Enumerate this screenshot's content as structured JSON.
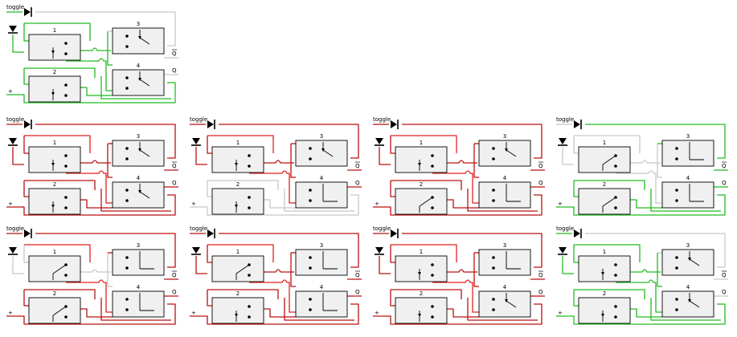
{
  "labels": {
    "toggle": "toggle",
    "plus": "+",
    "q": "Q",
    "q_bar": "Q",
    "relay_1": "1",
    "relay_2": "2",
    "relay_3": "3",
    "relay_4": "4"
  },
  "colors": {
    "off": "#c8c8c8",
    "on_green": "#22bb22",
    "on_red": "#bb1111",
    "bright_red": "#e02020",
    "box_fill": "#f0f0f0",
    "ink": "#000000"
  },
  "panels": [
    {
      "row": 0,
      "col": 0,
      "input": "green",
      "top": "green",
      "bottom": "green",
      "out": "off",
      "k1": "open",
      "k2": "open",
      "k3": "up",
      "k4": "up"
    },
    {
      "row": 1,
      "col": 0,
      "input": "red",
      "top": "red",
      "bottom": "red",
      "out": "red",
      "k1": "open",
      "k2": "open",
      "k3": "up",
      "k4": "up"
    },
    {
      "row": 1,
      "col": 1,
      "input": "red",
      "top": "red",
      "bottom": "off",
      "out": "red",
      "k1": "open",
      "k2": "open",
      "k3": "up",
      "k4": "down"
    },
    {
      "row": 1,
      "col": 2,
      "input": "red",
      "top": "red",
      "bottom": "red",
      "out": "red",
      "k1": "open",
      "k2": "closed",
      "k3": "up",
      "k4": "down"
    },
    {
      "row": 1,
      "col": 3,
      "input": "off",
      "top": "off",
      "bottom": "green",
      "out": "green",
      "k1": "closed",
      "k2": "closed",
      "k3": "down",
      "k4": "down"
    },
    {
      "row": 2,
      "col": 0,
      "input": "red",
      "top": "off",
      "bottom": "red",
      "out": "red",
      "k1": "closed",
      "k2": "closed",
      "k3": "down",
      "k4": "down"
    },
    {
      "row": 2,
      "col": 1,
      "input": "red",
      "top": "red",
      "bottom": "red",
      "out": "red",
      "k1": "closed",
      "k2": "open",
      "k3": "down",
      "k4": "down"
    },
    {
      "row": 2,
      "col": 2,
      "input": "red",
      "top": "red",
      "bottom": "red",
      "out": "red",
      "k1": "open",
      "k2": "open",
      "k3": "down",
      "k4": "up"
    },
    {
      "row": 2,
      "col": 3,
      "input": "green",
      "top": "green",
      "bottom": "green",
      "out": "off",
      "k1": "open",
      "k2": "open",
      "k3": "up",
      "k4": "up"
    }
  ]
}
